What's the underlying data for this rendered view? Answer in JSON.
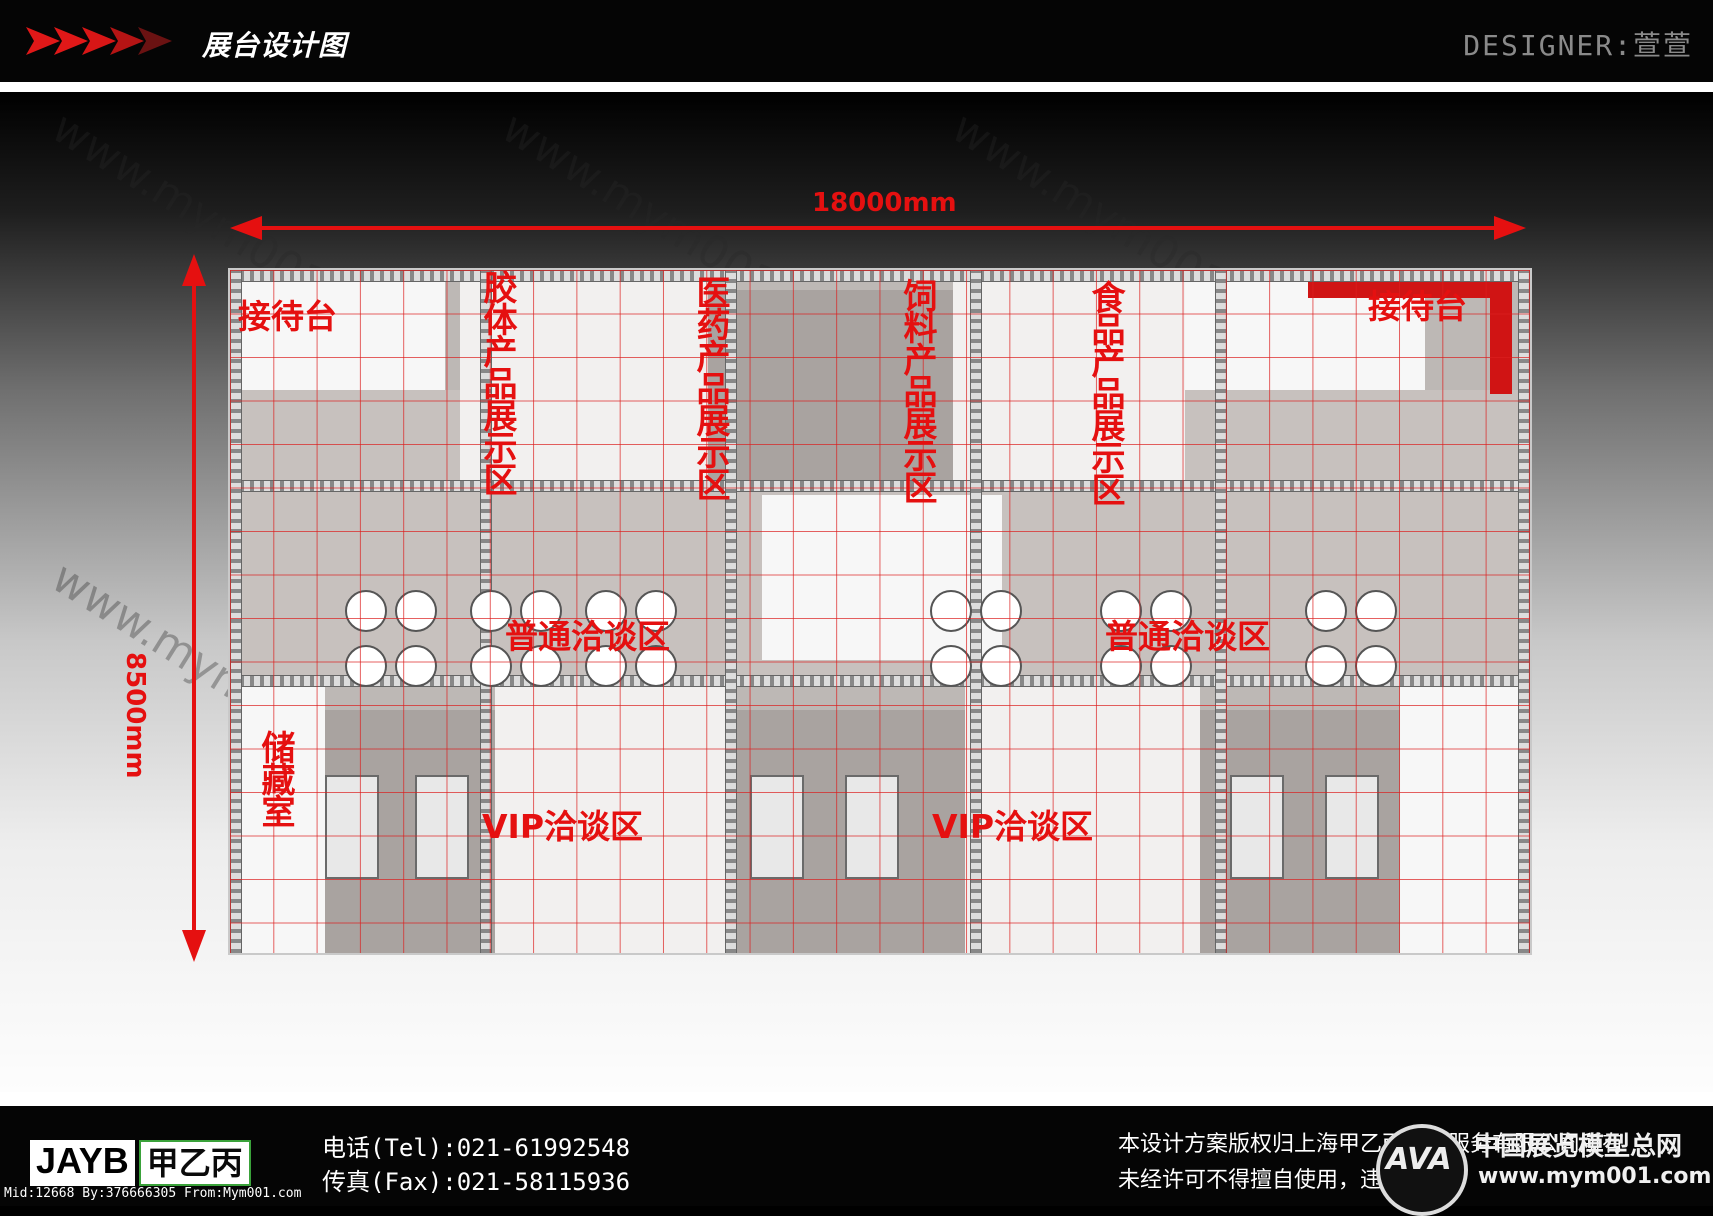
{
  "header": {
    "title": "展台设计图",
    "designer": "DESIGNER:萱萱"
  },
  "dimensions": {
    "width_label": "18000mm",
    "depth_label": "8500mm"
  },
  "zones": {
    "reception_left": "接待台",
    "reception_right": "接待台",
    "colloid_display": "胶体产品展示区",
    "pharma_display": "医药产品展示区",
    "feed_display": "饲料产品展示区",
    "food_display": "食品产品展示区",
    "general_meeting_left": "普通洽谈区",
    "general_meeting_right": "普通洽谈区",
    "storage": "储藏室",
    "vip_left": "VIP洽谈区",
    "vip_right": "VIP洽谈区"
  },
  "watermark": "www.mym001.com",
  "footer": {
    "logo_latin": "JAYB",
    "logo_cn": "甲乙丙",
    "phone": "电话(Tel):021-61992548",
    "fax": "传真(Fax):021-58115936",
    "notice_line1": "本设计方案版权归上海甲乙丙展示服务有限公司所有",
    "notice_line2": "未经许可不得擅自使用，违者必究",
    "site_name": "中国展览模型总网",
    "site_url": "www.mym001.com",
    "site_logo_text": "AVA",
    "meta": "Mid:12668 By:376666305 From:Mym001.com"
  },
  "colors": {
    "accent_red": "#e51010",
    "header_bg": "#050505",
    "footer_bg": "#050505"
  }
}
